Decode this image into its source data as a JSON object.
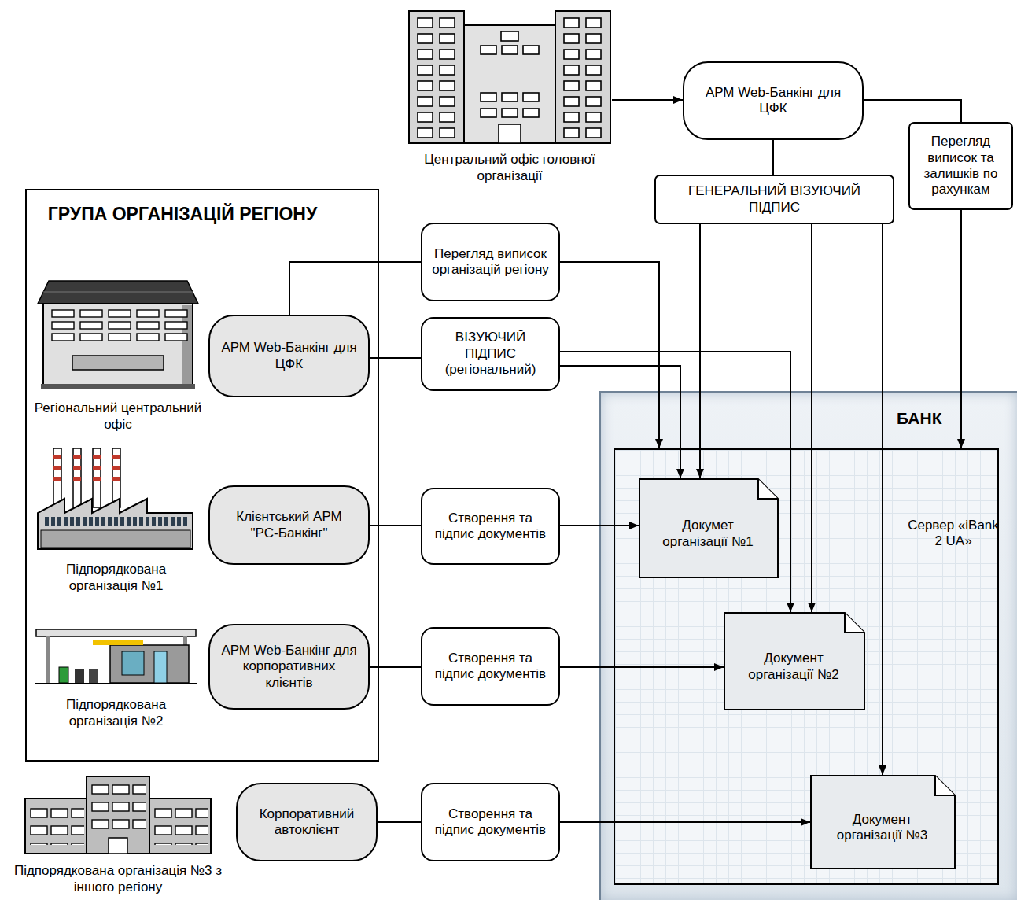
{
  "diagram": {
    "nodes": [
      {
        "text": [
          "Центральний офіс головної організації"
        ]
      },
      {
        "text": [
          "АРМ Web-Банкінг для ЦФК"
        ]
      },
      {
        "text": [
          "ГЕНЕРАЛЬНИЙ ВІЗУЮЧИЙ ПІДПИС"
        ]
      },
      {
        "text": [
          "Перегляд виписок та залишків по рахункам"
        ]
      },
      {
        "text": [
          "ГРУПА ОРГАНІЗАЦІЙ РЕГІОНУ"
        ]
      },
      {
        "text": [
          "Регіональний центральний офіс"
        ],
        "in": 4
      },
      {
        "text": [
          "АРМ Web-Банкінг для ЦФК"
        ],
        "in": 4
      },
      {
        "text": [
          "Перегляд виписок організацій регіону"
        ]
      },
      {
        "text": [
          "ВІЗУЮЧИЙ ПІДПИС (регіональний)"
        ]
      },
      {
        "text": [
          "Підпорядкована організація №1"
        ],
        "in": 4
      },
      {
        "text": [
          "Клієнтський АРМ \"PC-Банкінг\""
        ],
        "in": 4
      },
      {
        "text": [
          "Створення та підпис документів"
        ]
      },
      {
        "text": [
          "Підпорядкована організація №2"
        ],
        "in": 4
      },
      {
        "text": [
          "АРМ Web-Банкінг для корпоративних клієнтів"
        ],
        "in": 4
      },
      {
        "text": [
          "Створення та підпис документів"
        ]
      },
      {
        "text": [
          "Підпорядкована організація №3 з іншого регіону"
        ]
      },
      {
        "text": [
          "Корпоративний автоклієнт"
        ]
      },
      {
        "text": [
          "Створення та підпис документів"
        ]
      },
      {
        "text": [
          "БАНК"
        ]
      },
      {
        "text": [
          "Сервер «iBank 2 UA»"
        ],
        "in": 18
      },
      {
        "text": [
          "Докумет організації №1"
        ],
        "in": 19
      },
      {
        "text": [
          "Документ організації №2"
        ],
        "in": 19
      },
      {
        "text": [
          "Документ організації №3"
        ],
        "in": 19
      }
    ],
    "edges": [
      {
        "from": 0,
        "to": 1,
        "arrow": "to"
      },
      {
        "from": 1,
        "to": 2,
        "arrow": "none"
      },
      {
        "from": 1,
        "to": 3,
        "arrow": "none"
      },
      {
        "from": 2,
        "to": 20,
        "arrow": "to"
      },
      {
        "from": 2,
        "to": 21,
        "arrow": "to"
      },
      {
        "from": 2,
        "to": 22,
        "arrow": "to"
      },
      {
        "from": 3,
        "to": 19,
        "arrow": "to"
      },
      {
        "from": 6,
        "to": 7,
        "arrow": "none"
      },
      {
        "from": 7,
        "to": 19,
        "arrow": "to"
      },
      {
        "from": 6,
        "to": 8,
        "arrow": "none"
      },
      {
        "from": 8,
        "to": 20,
        "arrow": "to"
      },
      {
        "from": 8,
        "to": 21,
        "arrow": "to"
      },
      {
        "from": 10,
        "to": 11,
        "arrow": "none"
      },
      {
        "from": 11,
        "to": 20,
        "arrow": "to"
      },
      {
        "from": 13,
        "to": 14,
        "arrow": "none"
      },
      {
        "from": 14,
        "to": 21,
        "arrow": "to"
      },
      {
        "from": 16,
        "to": 17,
        "arrow": "none"
      },
      {
        "from": 17,
        "to": 22,
        "arrow": "to"
      }
    ]
  }
}
